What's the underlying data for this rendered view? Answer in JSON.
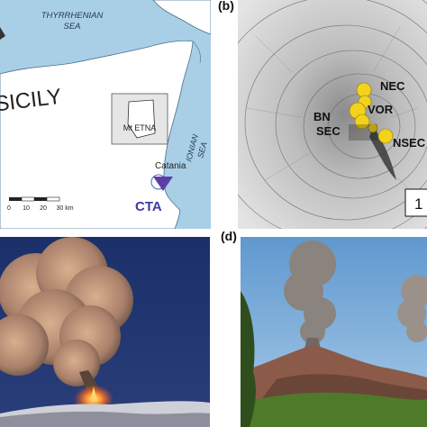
{
  "panels": {
    "a": {
      "sea_north": [
        "THYRRHENIAN",
        "SEA"
      ],
      "island": "SICILY",
      "inset_label": "Mt ETNA",
      "sea_east": [
        "IONIAN",
        "SEA"
      ],
      "city": "Catania",
      "station": "CTA",
      "scale_ticks": [
        "0",
        "10",
        "20",
        "30 km"
      ],
      "colors": {
        "sea": "#a9cfe6",
        "land": "#ffffff",
        "station": "#5b3ea8",
        "station_text": "#3f3aa0"
      }
    },
    "b": {
      "label": "(b)",
      "craters": [
        "NEC",
        "VOR",
        "BN",
        "SEC",
        "NSEC"
      ],
      "scale_text": "1",
      "colors": {
        "vent": "#f2d21b",
        "relief": "#9a9a9a"
      }
    },
    "c": {
      "colors": {
        "sky": "#1b2f6a",
        "ash": "#c79a78",
        "lava": "#ff6a1e"
      }
    },
    "d": {
      "label": "(d)",
      "colors": {
        "sky": "#7fb0dc",
        "ash": "#7a7470",
        "vegetation": "#4f7a2a"
      }
    }
  }
}
